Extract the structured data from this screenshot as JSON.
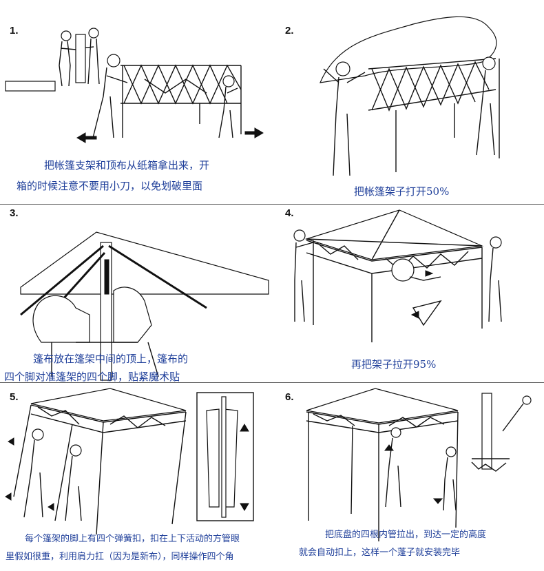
{
  "steps": [
    {
      "number": "1.",
      "caption_lines": [
        "把帐篷支架和顶布从纸箱拿出来，开",
        "箱的时候注意不要用小刀，以免划破里面"
      ]
    },
    {
      "number": "2.",
      "caption_lines": [
        "把帐篷架子打开50%"
      ]
    },
    {
      "number": "3.",
      "caption_lines": [
        "篷布放在篷架中间的顶上，篷布的",
        "四个脚对准篷架的四个脚，贴紧魔术贴"
      ]
    },
    {
      "number": "4.",
      "caption_lines": [
        "再把架子拉开95%"
      ]
    },
    {
      "number": "5.",
      "caption_lines": [
        "每个篷架的脚上有四个弹簧扣，扣在上下活动的方管眼",
        "里假如很重，利用肩力扛（因为是新布），同样操作四个角"
      ]
    },
    {
      "number": "6.",
      "caption_lines": [
        "把底盘的四根内管拉出，到达一定的高度",
        "就会自动扣上，这样一个蓬子就安装完毕"
      ]
    }
  ],
  "colors": {
    "caption": "#1f3f9a",
    "line_art": "#111111"
  }
}
